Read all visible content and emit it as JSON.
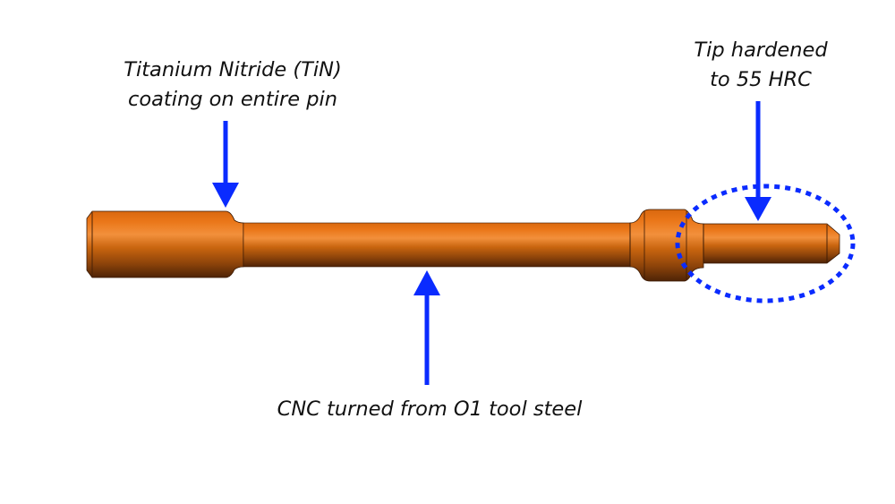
{
  "annotations": {
    "tin_coating": {
      "line1": "Titanium Nitride (TiN)",
      "line2": "coating on entire pin"
    },
    "tip_hardened": {
      "line1": "Tip hardened",
      "line2": "to 55 HRC"
    },
    "material": {
      "text": "CNC turned from O1 tool steel"
    }
  },
  "colors": {
    "pin_orange": "#e8741a",
    "pin_dark": "#5a2a08",
    "pin_highlight": "#f39a4a",
    "arrow_blue": "#0a2bff",
    "text": "#111111"
  }
}
